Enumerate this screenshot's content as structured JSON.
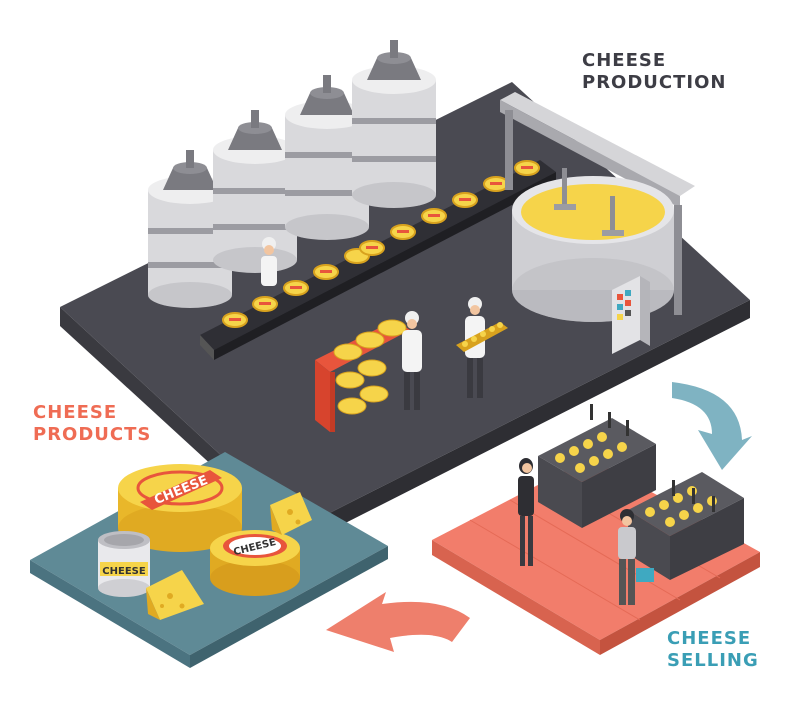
{
  "labels": {
    "production": [
      "CHEESE",
      "PRODUCTION"
    ],
    "products": [
      "CHEESE",
      "PRODUCTS"
    ],
    "selling": [
      "CHEESE",
      "SELLING"
    ]
  },
  "product_tags": {
    "wheel": "CHEESE",
    "jar": "CHEESE",
    "round_box": "CHEESE"
  },
  "colors": {
    "factory_floor": "#4a4a52",
    "products_platform": "#5f8a96",
    "selling_floor": "#f27d6b",
    "arrow_teal": "#7fb3c2",
    "arrow_coral": "#ee7f6c",
    "cheese_yellow": "#f6d44a",
    "label_dark": "#3d3d45",
    "label_coral": "#ef6c54",
    "label_teal": "#3a9eb5"
  },
  "icons": [
    "storage-tank-icon",
    "conveyor-icon",
    "cheese-vat-icon",
    "control-panel-icon",
    "worker-icon",
    "cheese-wheel-icon",
    "shop-counter-icon",
    "customer-icon",
    "arrow-icon"
  ]
}
